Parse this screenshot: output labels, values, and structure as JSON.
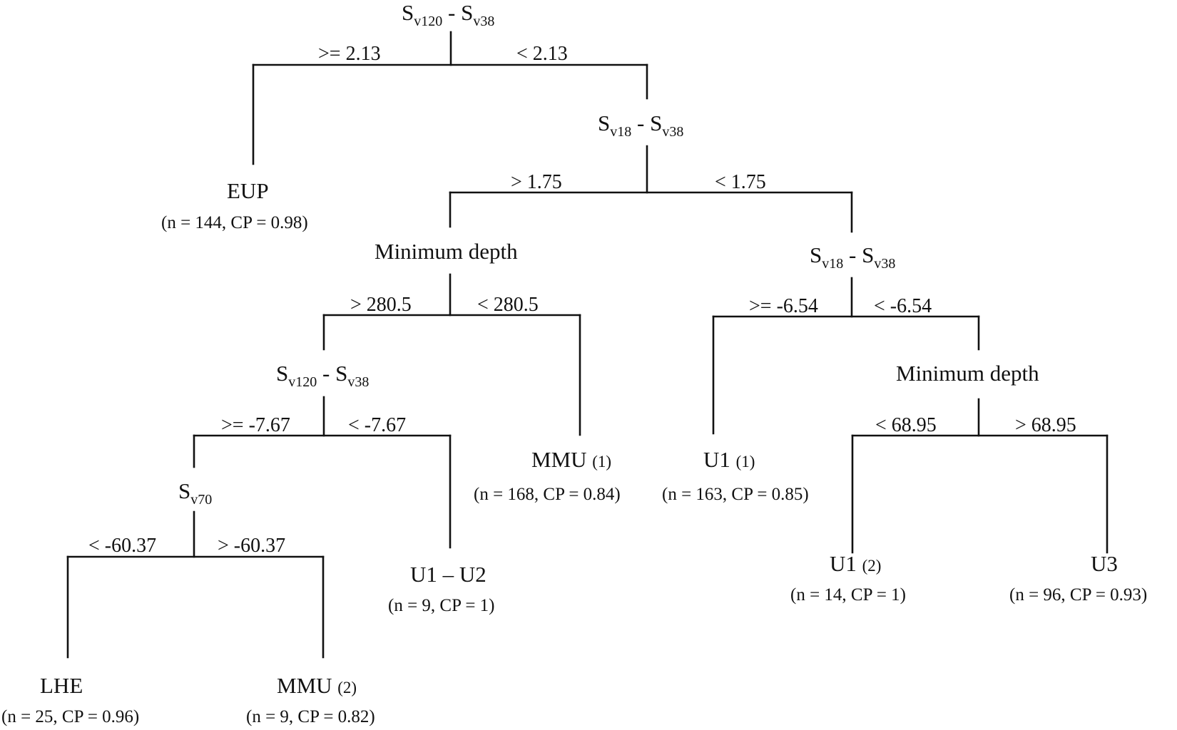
{
  "nodes": {
    "root": {
      "pre": "S",
      "sub1": "v120",
      "mid": " - S",
      "sub2": "v38"
    },
    "sv18_a": {
      "pre": "S",
      "sub1": "v18",
      "mid": " - S",
      "sub2": "v38"
    },
    "mindepth_a": {
      "text": "Minimum depth"
    },
    "sv18_b": {
      "pre": "S",
      "sub1": "v18",
      "mid": " - S",
      "sub2": "v38"
    },
    "sv120_b": {
      "pre": "S",
      "sub1": "v120",
      "mid": " - S",
      "sub2": "v38"
    },
    "mindepth_b": {
      "text": "Minimum depth"
    },
    "sv70": {
      "pre": "S",
      "sub1": "v70"
    }
  },
  "leaves": {
    "eup": {
      "name": "EUP",
      "stats": "(n = 144, CP = 0.98)"
    },
    "mmu1": {
      "name": "MMU",
      "num": "(1)",
      "stats": "(n = 168, CP = 0.84)"
    },
    "u1_1": {
      "name": "U1",
      "num": "(1)",
      "stats": "(n = 163, CP = 0.85)"
    },
    "u1u2": {
      "name": "U1 – U2",
      "stats": "(n = 9, CP = 1)"
    },
    "u1_2": {
      "name": "U1",
      "num": "(2)",
      "stats": "(n = 14, CP = 1)"
    },
    "u3": {
      "name": "U3",
      "stats": "(n = 96, CP =  0.93)"
    },
    "lhe": {
      "name": "LHE",
      "stats": "(n = 25, CP = 0.96)"
    },
    "mmu2": {
      "name": "MMU",
      "num": "(2)",
      "stats": "(n = 9, CP = 0.82)"
    }
  },
  "conditions": {
    "root_left": ">= 2.13",
    "root_right": "< 2.13",
    "sv18a_left": "> 1.75",
    "sv18a_right": "< 1.75",
    "mda_left": "> 280.5",
    "mda_right": "< 280.5",
    "sv18b_left": ">= -6.54",
    "sv18b_right": "< -6.54",
    "sv120b_left": ">= -7.67",
    "sv120b_right": "< -7.67",
    "mdb_left": "< 68.95",
    "mdb_right": "> 68.95",
    "sv70_left": "< -60.37",
    "sv70_right": "> -60.37"
  }
}
